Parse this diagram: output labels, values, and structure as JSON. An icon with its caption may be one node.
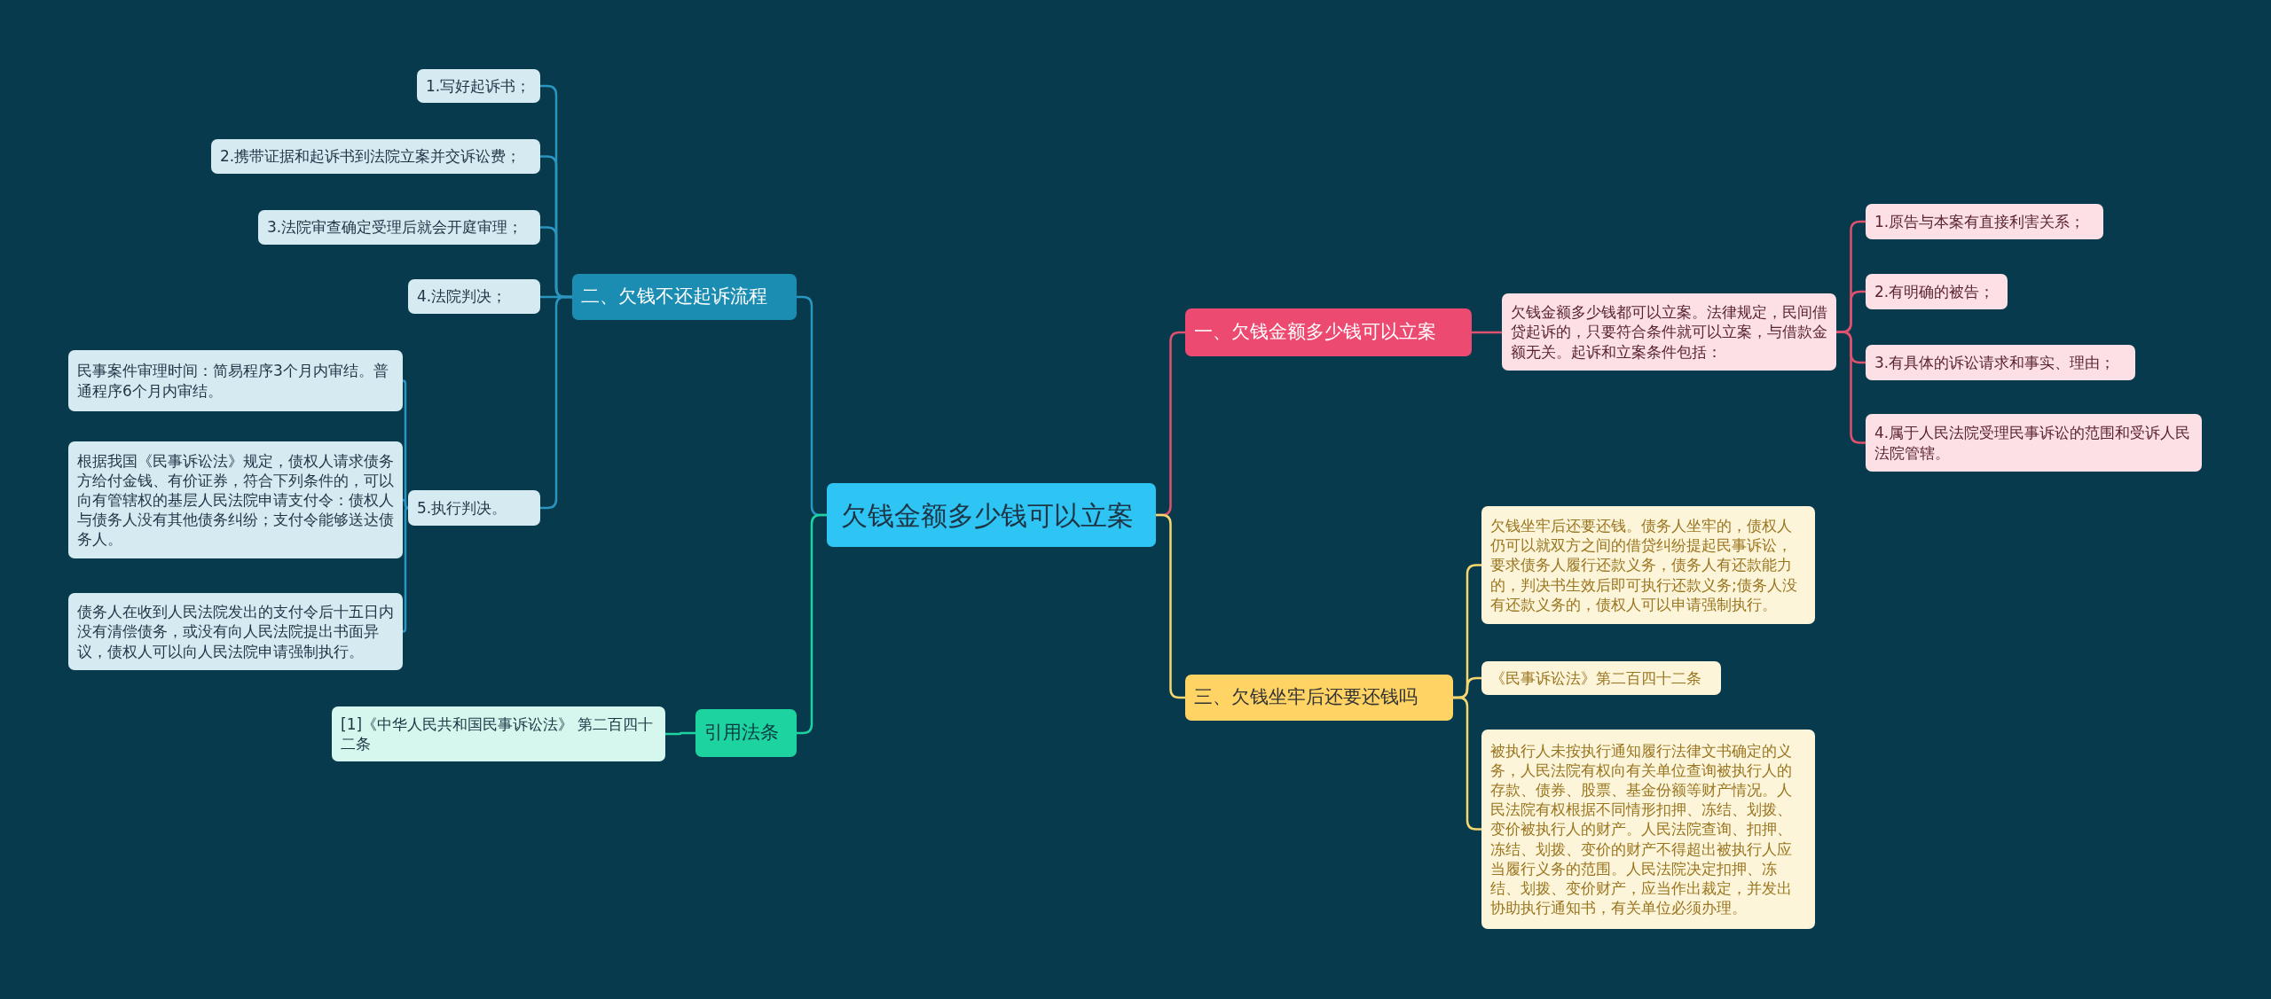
{
  "diagram": {
    "nodes": [
      {
        "text": [
          "欠钱金额多少钱可以立案"
        ]
      },
      {
        "text": [
          "一、欠钱金额多少钱可以立案"
        ]
      },
      {
        "text": [
          "欠钱金额多少钱都可以立案。法律规定，民间借贷起诉的，只要符合条件就可以立案，与借款金额无关。起诉和立案条件包括："
        ]
      },
      {
        "text": [
          "1.原告与本案有直接利害关系；"
        ]
      },
      {
        "text": [
          "2.有明确的被告；"
        ]
      },
      {
        "text": [
          "3.有具体的诉讼请求和事实、理由；"
        ]
      },
      {
        "text": [
          "4.属于人民法院受理民事诉讼的范围和受诉人民法院管辖。"
        ]
      },
      {
        "text": [
          "二、欠钱不还起诉流程"
        ]
      },
      {
        "text": [
          "1.写好起诉书；"
        ]
      },
      {
        "text": [
          "2.携带证据和起诉书到法院立案并交诉讼费；"
        ]
      },
      {
        "text": [
          "3.法院审查确定受理后就会开庭审理；"
        ]
      },
      {
        "text": [
          "4.法院判决；"
        ]
      },
      {
        "text": [
          "5.执行判决。"
        ]
      },
      {
        "text": [
          "民事案件审理时间：简易程序3个月内审结。普通程序6个月内审结。"
        ]
      },
      {
        "text": [
          "根据我国《民事诉讼法》规定，债权人请求债务方给付金钱、有价证券，符合下列条件的，可以向有管辖权的基层人民法院申请支付令：债权人与债务人没有其他债务纠纷；支付令能够送达债务人。"
        ]
      },
      {
        "text": [
          "债务人在收到人民法院发出的支付令后十五日内没有清偿债务，或没有向人民法院提出书面异议，债权人可以向人民法院申请强制执行。"
        ]
      },
      {
        "text": [
          "引用法条"
        ]
      },
      {
        "text": [
          "[1]《中华人民共和国民事诉讼法》 第二百四十二条"
        ]
      },
      {
        "text": [
          "三、欠钱坐牢后还要还钱吗"
        ]
      },
      {
        "text": [
          "欠钱坐牢后还要还钱。债务人坐牢的，债权人仍可以就双方之间的借贷纠纷提起民事诉讼，要求债务人履行还款义务，债务人有还款能力的，判决书生效后即可执行还款义务;债务人没有还款义务的，债权人可以申请强制执行。"
        ]
      },
      {
        "text": [
          "《民事诉讼法》第二百四十二条"
        ]
      },
      {
        "text": [
          "被执行人未按执行通知履行法律文书确定的义务，人民法院有权向有关单位查询被执行人的存款、债券、股票、基金份额等财产情况。人民法院有权根据不同情形扣押、冻结、划拨、变价被执行人的财产。人民法院查询、扣押、冻结、划拨、变价的财产不得超出被执行人应当履行义务的范围。人民法院决定扣押、冻结、划拨、变价财产，应当作出裁定，并发出协助执行通知书，有关单位必须办理。"
        ]
      }
    ],
    "edges": [
      {
        "from": 0,
        "to": 1,
        "arrow": "none",
        "color": "#e0506f"
      },
      {
        "from": 1,
        "to": 2,
        "arrow": "none",
        "color": "#e0506f"
      },
      {
        "from": 2,
        "to": 3,
        "arrow": "none",
        "color": "#e0506f"
      },
      {
        "from": 2,
        "to": 4,
        "arrow": "none",
        "color": "#e0506f"
      },
      {
        "from": 2,
        "to": 5,
        "arrow": "none",
        "color": "#e0506f"
      },
      {
        "from": 2,
        "to": 6,
        "arrow": "none",
        "color": "#e0506f"
      },
      {
        "from": 0,
        "to": 7,
        "arrow": "none"
      },
      {
        "from": 7,
        "to": 8,
        "arrow": "none"
      },
      {
        "from": 7,
        "to": 9,
        "arrow": "none"
      },
      {
        "from": 7,
        "to": 10,
        "arrow": "none"
      },
      {
        "from": 7,
        "to": 11,
        "arrow": "none"
      },
      {
        "from": 7,
        "to": 12,
        "arrow": "none"
      },
      {
        "from": 12,
        "to": 13,
        "arrow": "none"
      },
      {
        "from": 12,
        "to": 14,
        "arrow": "none"
      },
      {
        "from": 12,
        "to": 15,
        "arrow": "none"
      },
      {
        "from": 0,
        "to": 16,
        "arrow": "none",
        "color": "#1dd3a0"
      },
      {
        "from": 16,
        "to": 17,
        "arrow": "none",
        "color": "#1dd3a0"
      },
      {
        "from": 0,
        "to": 18,
        "arrow": "none",
        "color": "#f5d76e"
      },
      {
        "from": 18,
        "to": 19,
        "arrow": "none",
        "color": "#f5d76e"
      },
      {
        "from": 18,
        "to": 20,
        "arrow": "none",
        "color": "#f5d76e"
      },
      {
        "from": 18,
        "to": 21,
        "arrow": "none",
        "color": "#f5d76e"
      }
    ]
  }
}
